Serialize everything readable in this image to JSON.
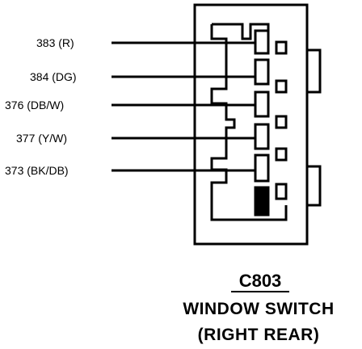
{
  "connector": {
    "id": "C803",
    "name": "WINDOW SWITCH",
    "location": "(RIGHT REAR)"
  },
  "wires": [
    {
      "circuit": "383",
      "color": "(R)"
    },
    {
      "circuit": "384",
      "color": "(DG)"
    },
    {
      "circuit": "376",
      "color": "(DB/W)"
    },
    {
      "circuit": "377",
      "color": "(Y/W)"
    },
    {
      "circuit": "373",
      "color": "(BK/DB)"
    }
  ]
}
